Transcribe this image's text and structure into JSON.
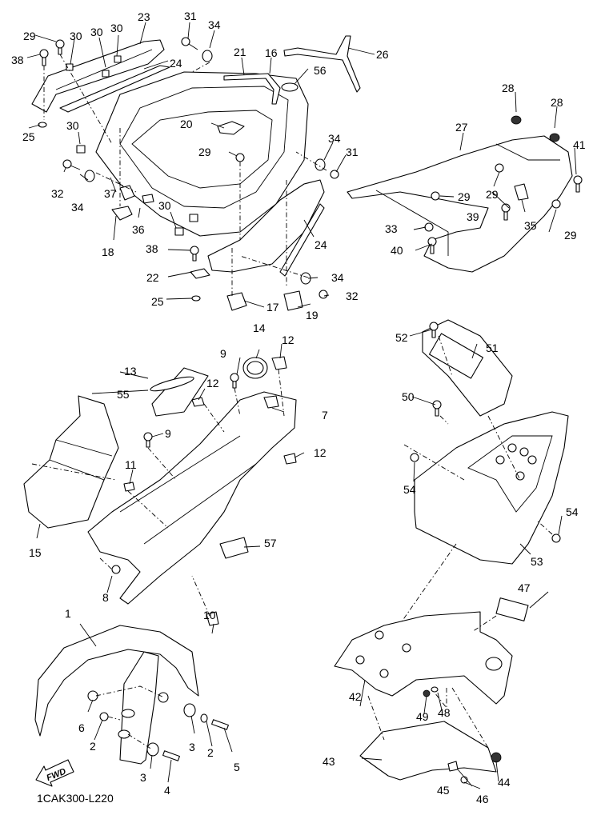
{
  "diagram": {
    "title_code": "1CAK300-L220",
    "direction_badge": "FWD",
    "callouts": [
      {
        "id": "c29a",
        "label": "29"
      },
      {
        "id": "c38a",
        "label": "38"
      },
      {
        "id": "c30a",
        "label": "30"
      },
      {
        "id": "c30b",
        "label": "30"
      },
      {
        "id": "c30c",
        "label": "30"
      },
      {
        "id": "c23",
        "label": "23"
      },
      {
        "id": "c24a",
        "label": "24"
      },
      {
        "id": "c31a",
        "label": "31"
      },
      {
        "id": "c34a",
        "label": "34"
      },
      {
        "id": "c21",
        "label": "21"
      },
      {
        "id": "c16",
        "label": "16"
      },
      {
        "id": "c26",
        "label": "26"
      },
      {
        "id": "c56",
        "label": "56"
      },
      {
        "id": "c25a",
        "label": "25"
      },
      {
        "id": "c30d",
        "label": "30"
      },
      {
        "id": "c20",
        "label": "20"
      },
      {
        "id": "c29b",
        "label": "29"
      },
      {
        "id": "c34b",
        "label": "34"
      },
      {
        "id": "c31b",
        "label": "31"
      },
      {
        "id": "c32a",
        "label": "32"
      },
      {
        "id": "c34c",
        "label": "34"
      },
      {
        "id": "c37",
        "label": "37"
      },
      {
        "id": "c18",
        "label": "18"
      },
      {
        "id": "c36",
        "label": "36"
      },
      {
        "id": "c30e",
        "label": "30"
      },
      {
        "id": "c38b",
        "label": "38"
      },
      {
        "id": "c22",
        "label": "22"
      },
      {
        "id": "c25b",
        "label": "25"
      },
      {
        "id": "c24b",
        "label": "24"
      },
      {
        "id": "c34d",
        "label": "34"
      },
      {
        "id": "c32b",
        "label": "32"
      },
      {
        "id": "c17",
        "label": "17"
      },
      {
        "id": "c19",
        "label": "19"
      },
      {
        "id": "c28a",
        "label": "28"
      },
      {
        "id": "c28b",
        "label": "28"
      },
      {
        "id": "c27",
        "label": "27"
      },
      {
        "id": "c41",
        "label": "41"
      },
      {
        "id": "c29c",
        "label": "29"
      },
      {
        "id": "c29d",
        "label": "29"
      },
      {
        "id": "c39",
        "label": "39"
      },
      {
        "id": "c35",
        "label": "35"
      },
      {
        "id": "c29e",
        "label": "29"
      },
      {
        "id": "c33",
        "label": "33"
      },
      {
        "id": "c40",
        "label": "40"
      },
      {
        "id": "c14",
        "label": "14"
      },
      {
        "id": "c12a",
        "label": "12"
      },
      {
        "id": "c9a",
        "label": "9"
      },
      {
        "id": "c13",
        "label": "13"
      },
      {
        "id": "c55",
        "label": "55"
      },
      {
        "id": "c12b",
        "label": "12"
      },
      {
        "id": "c7",
        "label": "7"
      },
      {
        "id": "c9b",
        "label": "9"
      },
      {
        "id": "c12c",
        "label": "12"
      },
      {
        "id": "c11",
        "label": "11"
      },
      {
        "id": "c15",
        "label": "15"
      },
      {
        "id": "c57",
        "label": "57"
      },
      {
        "id": "c8",
        "label": "8"
      },
      {
        "id": "c10",
        "label": "10"
      },
      {
        "id": "c52",
        "label": "52"
      },
      {
        "id": "c51",
        "label": "51"
      },
      {
        "id": "c50",
        "label": "50"
      },
      {
        "id": "c54a",
        "label": "54"
      },
      {
        "id": "c54b",
        "label": "54"
      },
      {
        "id": "c53",
        "label": "53"
      },
      {
        "id": "c47",
        "label": "47"
      },
      {
        "id": "c42",
        "label": "42"
      },
      {
        "id": "c49",
        "label": "49"
      },
      {
        "id": "c48",
        "label": "48"
      },
      {
        "id": "c43",
        "label": "43"
      },
      {
        "id": "c44",
        "label": "44"
      },
      {
        "id": "c45",
        "label": "45"
      },
      {
        "id": "c46",
        "label": "46"
      },
      {
        "id": "c1",
        "label": "1"
      },
      {
        "id": "c6",
        "label": "6"
      },
      {
        "id": "c2a",
        "label": "2"
      },
      {
        "id": "c3a",
        "label": "3"
      },
      {
        "id": "c2b",
        "label": "2"
      },
      {
        "id": "c5",
        "label": "5"
      },
      {
        "id": "c3b",
        "label": "3"
      },
      {
        "id": "c4",
        "label": "4"
      }
    ]
  }
}
